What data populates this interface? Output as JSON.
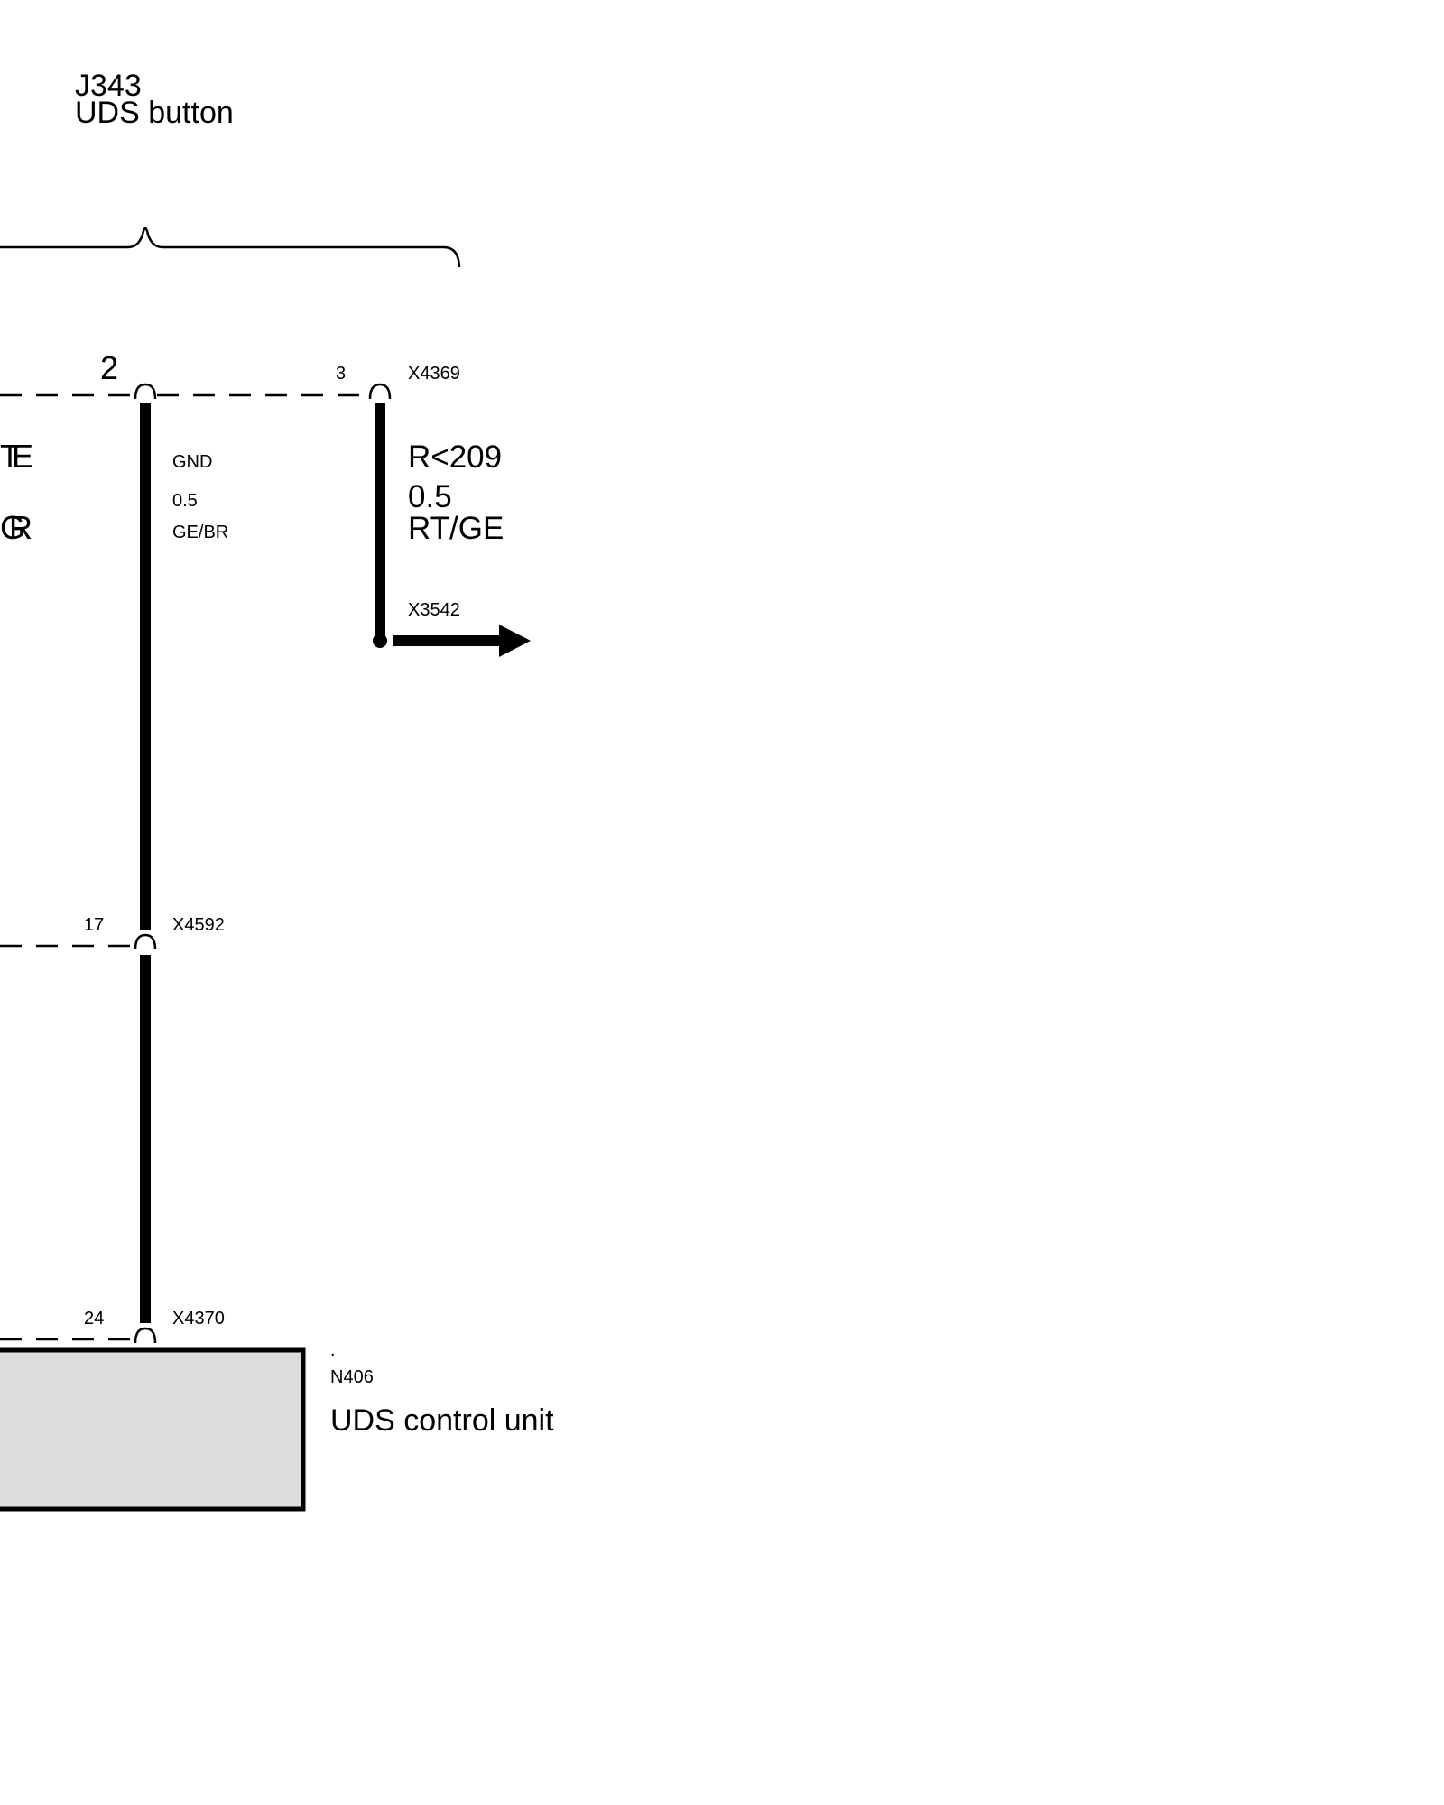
{
  "components": {
    "button": {
      "id": "J343",
      "name": "UDS button"
    },
    "control_unit": {
      "dot": ".",
      "id": "N406",
      "name": "UDS control unit",
      "fill_color": "#dcdcdc"
    }
  },
  "pins": {
    "button_pin_2": "2",
    "button_pin_3": "3",
    "pin_17": "17",
    "pin_24": "24"
  },
  "connectors": {
    "x4369": "X4369",
    "x3542": "X3542",
    "x4592": "X4592",
    "x4370": "X4370"
  },
  "wires": {
    "gnd": {
      "signal": "GND",
      "size": "0.5",
      "color": "GE/BR"
    },
    "resistor": {
      "signal": "R<209",
      "size": "0.5",
      "color": "RT/GE"
    }
  },
  "cut_off_labels": {
    "top": "TE",
    "bottom": "GR"
  }
}
